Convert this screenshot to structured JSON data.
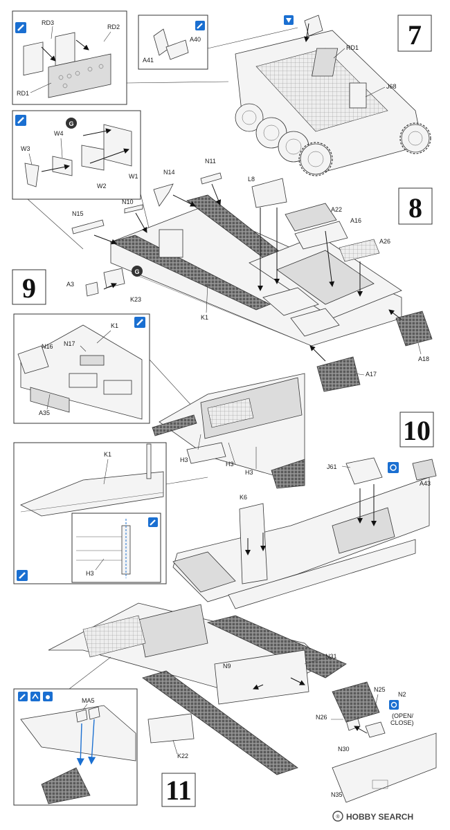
{
  "steps": {
    "s7": "7",
    "s8": "8",
    "s9": "9",
    "s10": "10",
    "s11": "11"
  },
  "parts": {
    "RD3": "RD3",
    "RD2": "RD2",
    "RD1": "RD1",
    "A40": "A40",
    "A41": "A41",
    "J68": "J68",
    "W1": "W1",
    "W2": "W2",
    "W3": "W3",
    "W4": "W4",
    "N14": "N14",
    "N11": "N11",
    "L8": "L8",
    "N15": "N15",
    "N10": "N10",
    "A22": "A22",
    "A16": "A16",
    "A26": "A26",
    "A3": "A3",
    "K23": "K23",
    "K1": "K1",
    "A17": "A17",
    "A18": "A18",
    "N16": "N16",
    "N17": "N17",
    "A35": "A35",
    "H3": "H3",
    "J61": "J61",
    "A43": "A43",
    "K6": "K6",
    "MA5": "MA5",
    "N9": "N9",
    "N31": "N31",
    "N25": "N25",
    "N2": "N2",
    "N26": "N26",
    "N30": "N30",
    "K22": "K22",
    "N35": "N35"
  },
  "notes": {
    "open_close_1": "(OPEN/",
    "open_close_2": "CLOSE)",
    "option_letter": "G"
  },
  "watermark": {
    "brand": "HOBBY SEARCH"
  },
  "colors": {
    "glue_icon": "#1a6fd1",
    "line": "#333333",
    "paper": "#ffffff"
  },
  "icons": {
    "glue": "cement-bottle-icon",
    "photoetch": "photo-etch-icon",
    "option": "option-circle-icon",
    "rotate": "movable-part-icon"
  }
}
